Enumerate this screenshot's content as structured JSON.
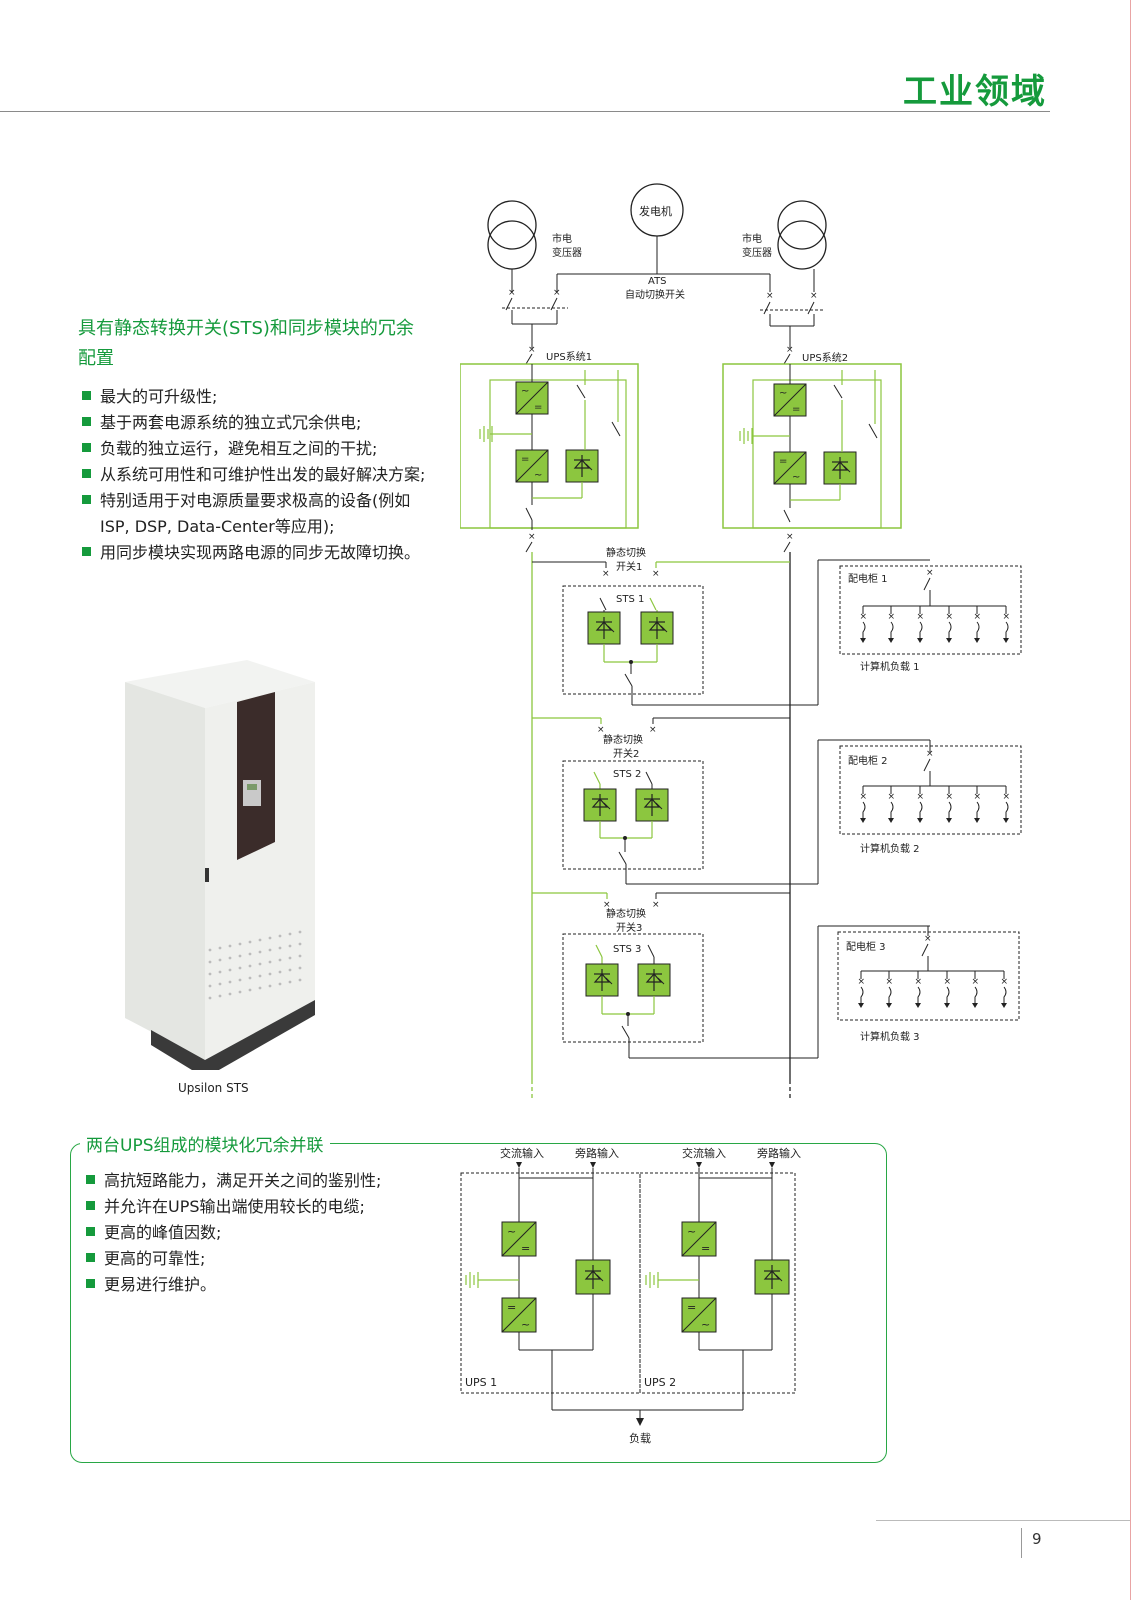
{
  "header": {
    "title": "工业领域"
  },
  "section1": {
    "heading": "具有静态转换开关(STS)和同步模块的冗余配置",
    "bullets": [
      "最大的可升级性;",
      "基于两套电源系统的独立式冗余供电;",
      "负载的独立运行，避免相互之间的干扰;",
      "从系统可用性和可维护性出发的最好解决方案;",
      "特别适用于对电源质量要求极高的设备(例如ISP, DSP, Data-Center等应用);",
      "用同步模块实现两路电源的同步无故障切换。"
    ]
  },
  "photo": {
    "caption": "Upsilon STS"
  },
  "diagram1": {
    "generator": "发电机",
    "transformer_line1": "市电",
    "transformer_line2": "变压器",
    "ats_line1": "ATS",
    "ats_line2": "自动切换开关",
    "ups1": "UPS系统1",
    "ups2": "UPS系统2",
    "sts_switch_line1": "静态切换",
    "sts_switch_1": "开关1",
    "sts_switch_2": "开关2",
    "sts_switch_3": "开关3",
    "sts1": "STS 1",
    "sts2": "STS 2",
    "sts3": "STS 3",
    "cabinet1": "配电柜 1",
    "cabinet2": "配电柜 2",
    "cabinet3": "配电柜 3",
    "load1": "计算机负载 1",
    "load2": "计算机负载 2",
    "load3": "计算机负载 3"
  },
  "section2": {
    "title": "两台UPS组成的模块化冗余并联",
    "bullets": [
      "高抗短路能力，满足开关之间的鉴别性;",
      "并允许在UPS输出端使用较长的电缆;",
      "更高的峰值因数;",
      "更高的可靠性;",
      "更易进行维护。"
    ]
  },
  "diagram2": {
    "ac_input": "交流输入",
    "bypass_input": "旁路输入",
    "ups1": "UPS 1",
    "ups2": "UPS 2",
    "load": "负载"
  },
  "footer": {
    "page": "9"
  },
  "colors": {
    "accent": "#159a3c",
    "module": "#8cc63f"
  }
}
